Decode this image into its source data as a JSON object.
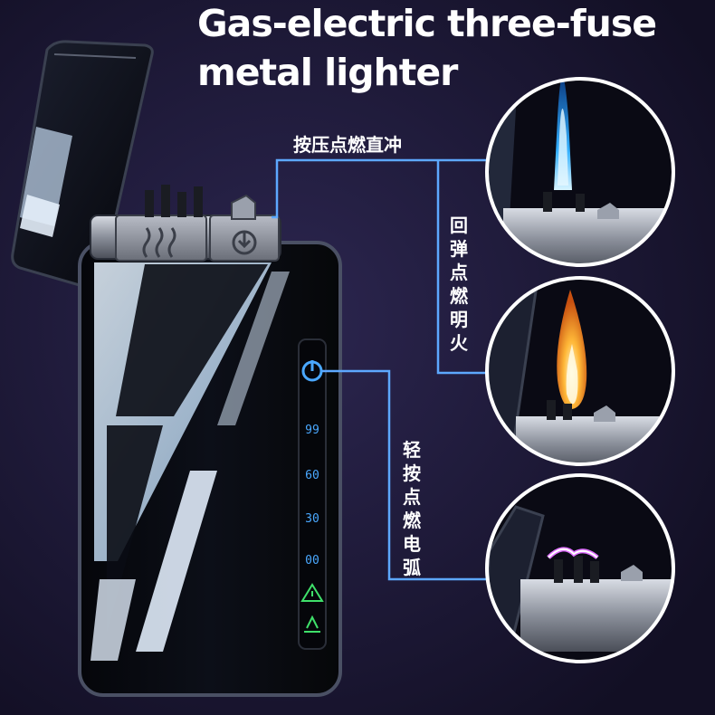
{
  "header": {
    "title_line1": "Gas-electric three-fuse",
    "title_line2": "metal lighter"
  },
  "callouts": {
    "press_jet": "按压点燃直冲",
    "rebound_flame": "回弹点燃明火",
    "light_arc": "轻按点燃电弧"
  },
  "display": {
    "levels": [
      "99",
      "60",
      "30",
      "00"
    ]
  },
  "colors": {
    "background": "#1a1530",
    "callout_line": "#5da8ff",
    "display_green": "#3fe06a",
    "display_blue": "#4aa8ff",
    "jet_flame": "#2aa6ff",
    "open_flame": "#ffb030",
    "arc": "#d060ff"
  }
}
